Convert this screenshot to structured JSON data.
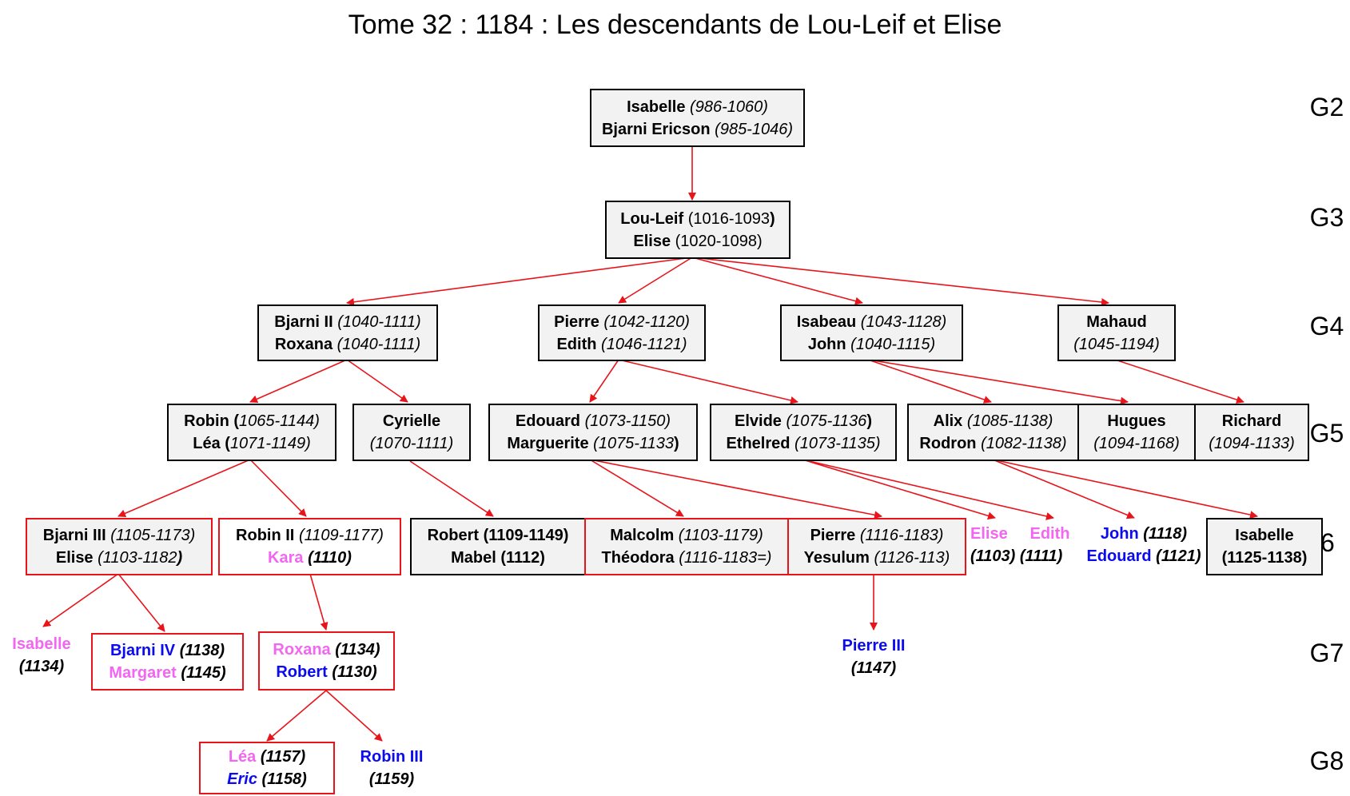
{
  "title": "Tome 32 : 1184 : Les descendants de Lou-Leif et Elise",
  "colors": {
    "edge": "#e8141a",
    "female": "#f266f2",
    "male": "#0b0bf0"
  },
  "generations": {
    "g2": "G2",
    "g3": "G3",
    "g4": "G4",
    "g5": "G5",
    "g6": "6",
    "g7": "G7",
    "g8": "G8"
  },
  "nodes": {
    "isabelle_g2": {
      "name1": "Isabelle",
      "dates1": "(986-1060)",
      "name2": "Bjarni Ericson",
      "dates2": "(985-1046)"
    },
    "louleif": {
      "name1": "Lou-Leif",
      "dates1": "(1016-1093",
      "close1": ")",
      "name2": "Elise",
      "dates2": "(1020-1098)"
    },
    "bjarni2": {
      "name1": "Bjarni II",
      "dates1": "(1040-1111)",
      "name2": "Roxana",
      "dates2": "(1040-1111)"
    },
    "pierre_g4": {
      "name1": "Pierre",
      "dates1": "(1042-1120)",
      "name2": "Edith",
      "dates2": "(1046-1121)"
    },
    "isabeau": {
      "name1": "Isabeau",
      "dates1": "(1043-1128)",
      "name2": "John",
      "dates2": "(1040-1115)"
    },
    "mahaud": {
      "name1": "Mahaud",
      "dates1": "(1045-1194)"
    },
    "robin": {
      "name1": "Robin",
      "open1": "(",
      "dates1": "1065-1144)",
      "name2": "Léa",
      "open2": "(",
      "dates2": "1071-1149)"
    },
    "cyrielle": {
      "name1": "Cyrielle",
      "dates1": "(1070-1111)"
    },
    "edouard": {
      "name1": "Edouard",
      "dates1": "(1073-1150)",
      "name2": "Marguerite",
      "dates2": "(1075-1133",
      "close2": ")"
    },
    "elvide": {
      "name1": "Elvide",
      "dates1": "(1075-1136",
      "close1": ")",
      "name2": "Ethelred",
      "dates2": "(1073-1135)"
    },
    "alix": {
      "name1": "Alix",
      "dates1": "(1085-1138)",
      "name2": "Rodron",
      "dates2": "(1082-1138)"
    },
    "hugues": {
      "name1": "Hugues",
      "dates1": "(1094-1168)"
    },
    "richard": {
      "name1": "Richard",
      "dates1": "(1094-1133)"
    },
    "bjarni3": {
      "name1": "Bjarni III",
      "dates1": "(1105-1173)",
      "name2": "Elise",
      "dates2": "(1103-1182",
      "close2": ")"
    },
    "robin2": {
      "name1": "Robin II",
      "dates1": "(1109-1177)",
      "name2": "Kara",
      "dates2": "(1110)"
    },
    "robert_g6": {
      "line1": "Robert (1109-1149)",
      "line2": "Mabel (1112)"
    },
    "malcolm": {
      "name1": "Malcolm",
      "dates1": "(1103-1179)",
      "name2": "Théodora",
      "dates2": "(1116-1183=)"
    },
    "pierre_g6": {
      "name1": "Pierre",
      "dates1": "(1116-1183)",
      "name2": "Yesulum",
      "dates2": "(1126-113)"
    },
    "elise_edith": {
      "name1": "Elise",
      "name2": "Edith",
      "date1": "(1103)",
      "date2": "(1111)"
    },
    "john_edouard": {
      "name1": "John",
      "dates1": "(1118)",
      "name2": "Edouard",
      "dates2": "(1121)"
    },
    "isabelle_g6": {
      "line1": "Isabelle",
      "line2": "(1125-1138)"
    },
    "isabelle_g7": {
      "name": "Isabelle",
      "dates": "(1134)"
    },
    "bjarni4": {
      "name1": "Bjarni IV",
      "dates1": "(1138)",
      "name2": "Margaret",
      "dates2": "(1145)"
    },
    "roxana_g7": {
      "name1": "Roxana",
      "dates1": "(1134)",
      "name2": "Robert",
      "dates2": "(1130)"
    },
    "pierre3": {
      "name": "Pierre III",
      "dates": "(1147)"
    },
    "lea_g8": {
      "name1": "Léa",
      "dates1": "(1157)",
      "name2": "Eric",
      "dates2": "(1158)"
    },
    "robin3": {
      "name": "Robin III",
      "dates": "(1159)"
    }
  }
}
